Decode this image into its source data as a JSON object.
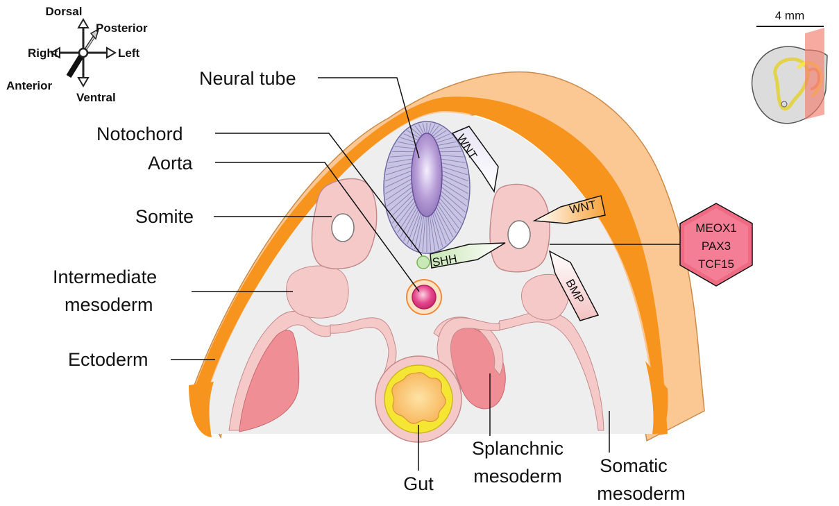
{
  "orientation": {
    "dorsal": "Dorsal",
    "posterior": "Posterior",
    "right": "Right",
    "left": "Left",
    "anterior": "Anterior",
    "ventral": "Ventral"
  },
  "scale_bar": "4 mm",
  "labels": {
    "neural_tube": "Neural tube",
    "notochord": "Notochord",
    "aorta": "Aorta",
    "somite": "Somite",
    "intermediate_mesoderm_1": "Intermediate",
    "intermediate_mesoderm_2": "mesoderm",
    "ectoderm": "Ectoderm",
    "gut": "Gut",
    "splanchnic_1": "Splanchnic",
    "splanchnic_2": "mesoderm",
    "somatic_1": "Somatic",
    "somatic_2": "mesoderm"
  },
  "signals": {
    "wnt_top": "WNT",
    "wnt_right": "WNT",
    "shh": "SHH",
    "bmp": "BMP"
  },
  "genes": [
    "MEOX1",
    "PAX3",
    "TCF15"
  ],
  "colors": {
    "ectoderm_orange": "#f7941d",
    "skin_peach": "#fbc894",
    "somite_pink": "#f6c9c9",
    "neural_tube_lilac": "#b7b2d8",
    "gut_yellow": "#f5e634",
    "gene_hexagon": "#ef6b84"
  }
}
